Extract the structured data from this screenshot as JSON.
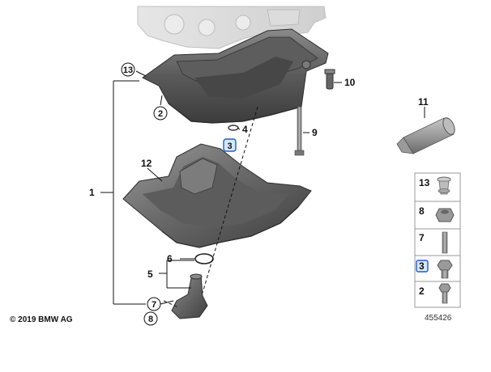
{
  "diagram": {
    "callouts": {
      "c1": "1",
      "c2": "2",
      "c3": "3",
      "c4": "4",
      "c5": "5",
      "c6": "6",
      "c7": "7",
      "c8": "8",
      "c9": "9",
      "c10": "10",
      "c11": "11",
      "c12": "12",
      "c13": "13"
    },
    "copyright": "© 2019 BMW AG",
    "doc_number": "455426"
  },
  "parts_list": [
    {
      "number": "13",
      "part": "clip"
    },
    {
      "number": "8",
      "part": "hex-nut"
    },
    {
      "number": "7",
      "part": "stud-bolt"
    },
    {
      "number": "3",
      "part": "plug-bolt",
      "highlighted": true
    },
    {
      "number": "2",
      "part": "hex-bolt"
    }
  ],
  "colors": {
    "pan_dark": "#4a4a4a",
    "pan_mid": "#6e6e6e",
    "pan_light": "#9a9a9a",
    "engine_light": "#d8d8d8",
    "highlight_border": "#1e5bd8",
    "highlight_fill": "#d6e8ff"
  }
}
